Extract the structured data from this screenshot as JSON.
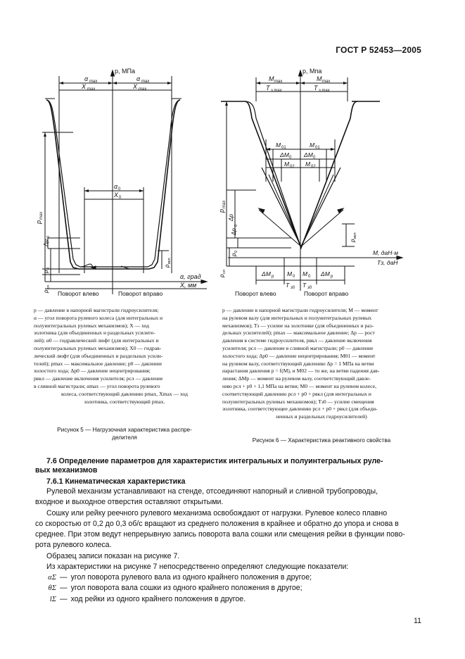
{
  "header": {
    "doc_id": "ГОСТ Р 52453—2005"
  },
  "figure5": {
    "axis_p": "p, МПа",
    "axis_alpha": "α, град",
    "axis_x": "X, мм",
    "lbl_alpha_max": "α",
    "lbl_alpha_max_sub": "max",
    "lbl_x_max": "X",
    "lbl_x_max_sub": "max",
    "lbl_alpha0": "α",
    "lbl_alpha0_sub": "0",
    "lbl_x0": "X",
    "lbl_x0_sub": "0",
    "lbl_pmax": "p",
    "lbl_pmax_sub": "max",
    "lbl_dp0": "Δp",
    "lbl_dp0_sub": "0",
    "lbl_pvkl": "p",
    "lbl_pvkl_sub": "вкл",
    "lbl_p0": "p",
    "lbl_p0_sub": "0",
    "lbl_psl": "p",
    "lbl_psl_sub": "сл",
    "turn_left": "Поворот влево",
    "turn_right": "Поворот вправо",
    "caption_lines": [
      "p — давление в напорной магистрали гидроусилителя;",
      "α — угол поворота рулевого колеса (для интегральных и",
      "полуинтегральных рулевых механизмов); X — ход",
      "золотника (для объединенных и раздельных усилите-",
      "лей); α0 — гидравлический люфт (для интегральных и",
      "полуинтегральных рулевых механизмов); X0 — гидрав-",
      "лический люфт (для объединенных и раздельных усили-",
      "телей); pmax — максимальное давление; p0 — давление",
      "холостого хода; Δp0 — давление нецентрирования;",
      "pвкл — давление включения усилителя; pсл — давление",
      "в сливной магистрали; αmax — угол поворота рулевого",
      "колеса, соответствующий давлению pmax, Xmax — ход",
      "золотника, соответствующий pmax."
    ],
    "figure_title_line1": "Рисунок 5 — Нагрузочная характеристика распре-",
    "figure_title_line2": "делителя"
  },
  "figure6": {
    "axis_p": "p, Мпа",
    "axis_m": "M, даН·м",
    "axis_t": "Tз, даН",
    "lbl_mmax": "M",
    "lbl_mmax_sub": "max",
    "lbl_tzmax": "T",
    "lbl_tzmax_sub": "з max",
    "lbl_m01": "M",
    "lbl_m01_sub": "01",
    "lbl_dm0": "ΔM",
    "lbl_dm0_sub": "0",
    "lbl_m02": "M",
    "lbl_m02_sub": "02",
    "lbl_pmax": "p",
    "lbl_pmax_sub": "max",
    "lbl_dp": "Δp",
    "lbl_dp0": "Δp",
    "lbl_dp0_sub": "0",
    "lbl_p0": "p",
    "lbl_p0_sub": "0",
    "lbl_pvkl": "p",
    "lbl_pvkl_sub": "вкл",
    "lbl_psl": "p",
    "lbl_psl_sub": "сл",
    "lbl_dmp": "ΔM",
    "lbl_dmp_sub": "p",
    "lbl_m0": "M",
    "lbl_m0_sub": "0",
    "lbl_tz0": "T",
    "lbl_tz0_sub": "з0",
    "turn_left": "Поворот влево",
    "turn_right": "Поворот вправо",
    "caption_lines": [
      "p — давление в напорной магистрали гидроусилителя; M — момент",
      "на рулевом валу (для интегральных и полуинтегральных рулевых",
      "механизмов); Tз — усилие на золотнике (для объединенных и раз-",
      "дельных усилителей); pmax — максимальное давление; Δp — рост",
      "давления в системе гидроусилителя, pвкл — давление включения",
      "усилителя; pсл — давление в сливной магистрали; p0 — давление",
      "холостого хода; Δp0 — давление нецентрирования; M01 — момент",
      "на рулевом валу, соответствующий давлению Δp = 1 МПа на ветви",
      "нарастания давления p = f(M), и M02 — то же, на ветви падения дав-",
      "ления; ΔMp — момент на рулевом валу, соответствующий давле-",
      "нию pсл + p0 + 1,1 МПа на ветви; M0 — момент на рулевом колесе,",
      "соответствующий давлению pсл + p0 + pвкл (для интегральных и",
      "полуинтегральных рулевых механизмов); Tз0 — усилие смещения",
      "золотника, соответствующее давлению pсл + p0 + pвкл (для объеди-",
      "ненных и раздельных гидроусилителей)"
    ],
    "figure_title": "Рисунок 6 — Характеристика реактивного свойства"
  },
  "section": {
    "heading_line1": "7.6 Определение параметров для характеристик интегральных и полуинтегральных руле-",
    "heading_line2": "вых механизмов",
    "sub_heading": "7.6.1 Кинематическая характеристика",
    "paragraphs": [
      "Рулевой механизм устанавливают на стенде, отсоединяют напорный и сливной трубопроводы,",
      "входное и выходное отверстия оставляют открытыми.",
      "Сошку или рейку реечного рулевого механизма освобождают от нагрузки. Рулевое колесо плавно",
      "со скоростью от 0,2 до 0,3 об/с вращают из среднего положения в крайнее и обратно до упора и снова в",
      "среднее. При этом ведут непрерывную запись поворота вала сошки или смещения рейки в функции пово-",
      "рота рулевого колеса.",
      "Образец записи показан на рисунке 7.",
      "Из характеристики на рисунке 7 непосредственно определяют следующие показатели:"
    ],
    "definitions": [
      {
        "symbol": "αΣ",
        "text": "угол поворота рулевого вала из одного крайнего положения в другое;"
      },
      {
        "symbol": "θΣ",
        "text": "угол поворота вала сошки из одного крайнего положения в другое;"
      },
      {
        "symbol": "lΣ",
        "text": "ход рейки из одного крайнего положения в другое."
      }
    ]
  },
  "page_number": "11"
}
